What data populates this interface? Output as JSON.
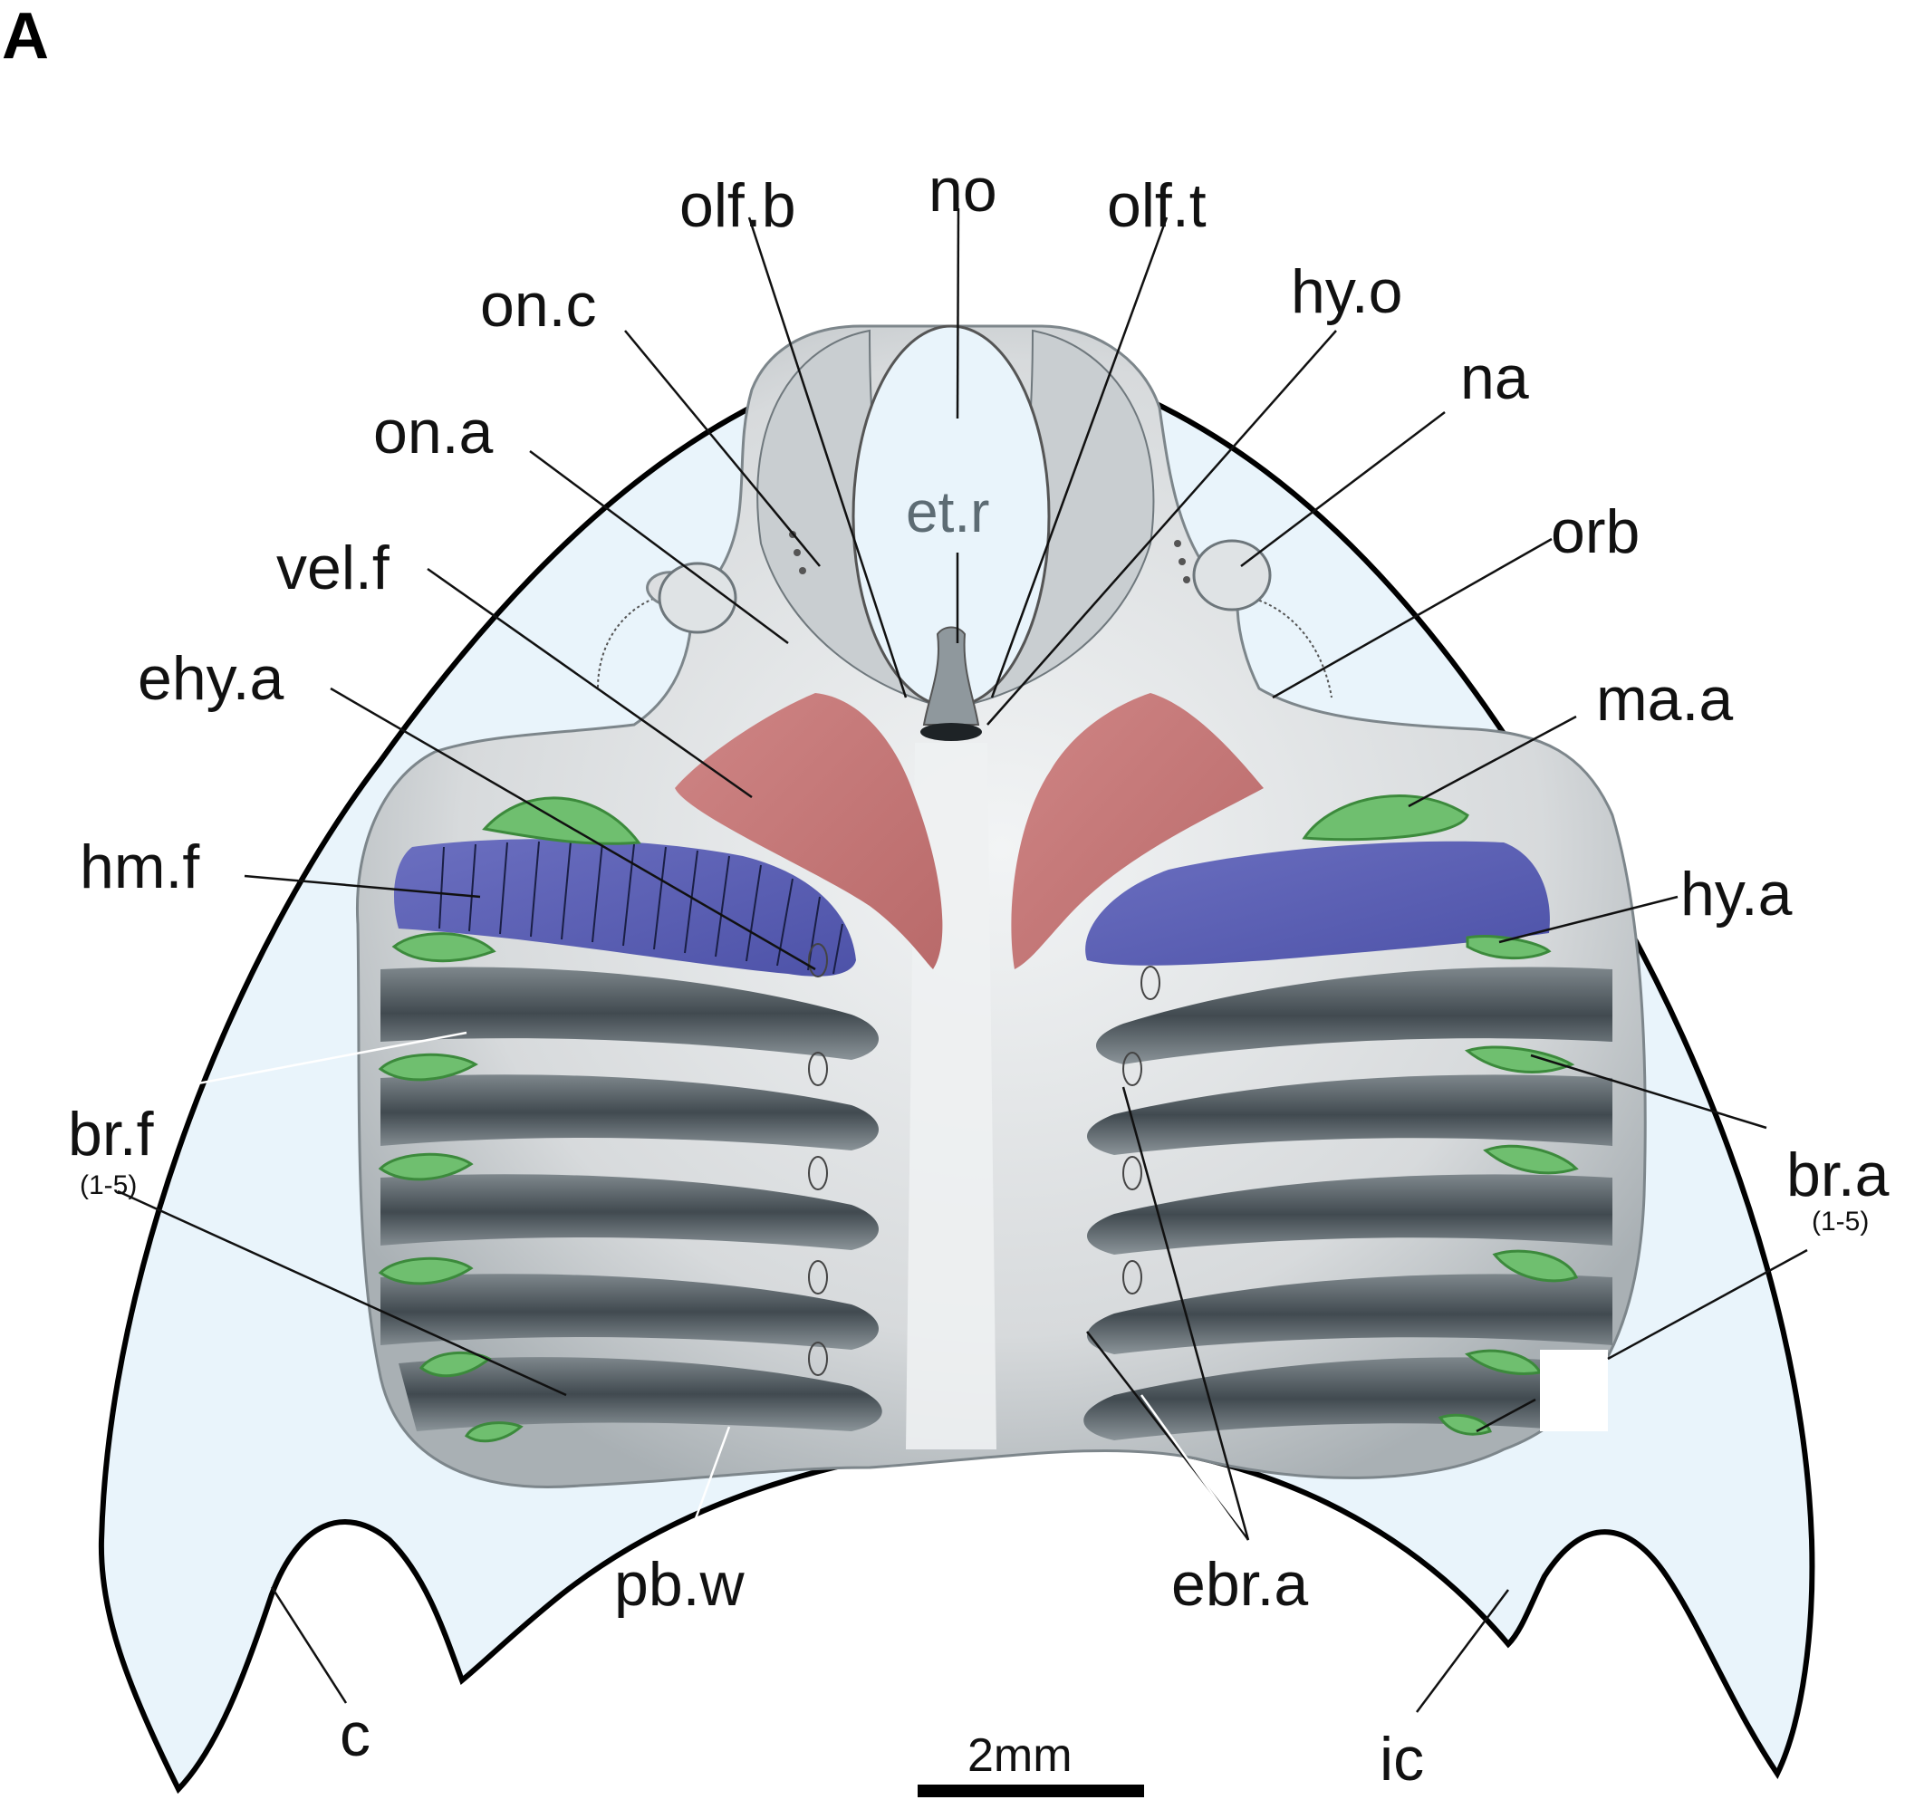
{
  "panel_letter": "A",
  "labels": {
    "olf_b": "olf.b",
    "no": "no",
    "olf_t": "olf.t",
    "on_c": "on.c",
    "hy_o": "hy.o",
    "na": "na",
    "on_a": "on.a",
    "et_r": "et.r",
    "orb": "orb",
    "vel_f": "vel.f",
    "ehy_a": "ehy.a",
    "ma_a": "ma.a",
    "hm_f": "hm.f",
    "hy_a": "hy.a",
    "br_f": "br.f",
    "br_f_range": "(1-5)",
    "br_a": "br.a",
    "br_a_range": "(1-5)",
    "pb_w": "pb.w",
    "ebr_a": "ebr.a",
    "c": "c",
    "ic": "ic"
  },
  "scale_bar": {
    "label": "2mm"
  },
  "colors": {
    "body_fill": "#e9f4fb",
    "cartilage": "#c7ccd0",
    "velar_fold": "#c97b7b",
    "hyomandibular": "#5a5fb2",
    "arteries": "#6fbf6f",
    "gill_dark": "#4a5258"
  }
}
